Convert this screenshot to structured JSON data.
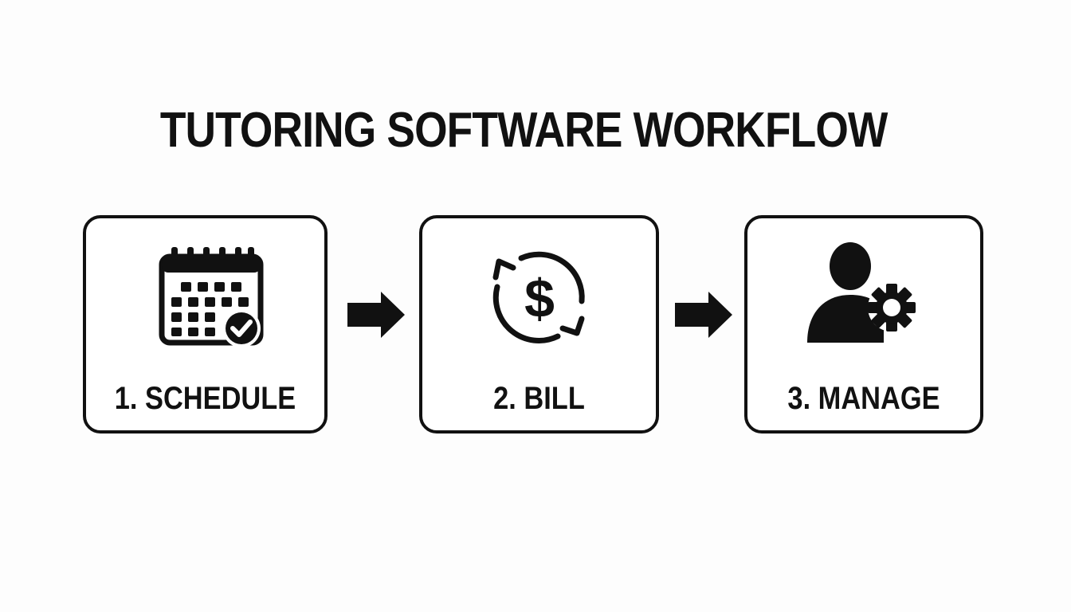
{
  "title": "TUTORING SOFTWARE WORKFLOW",
  "steps": [
    {
      "label": "1. SCHEDULE",
      "icon": "calendar-check-icon"
    },
    {
      "label": "2. BILL",
      "icon": "dollar-cycle-icon"
    },
    {
      "label": "3. MANAGE",
      "icon": "user-gear-icon"
    }
  ],
  "colors": {
    "stroke": "#111111",
    "background": "#fdfdfd"
  }
}
